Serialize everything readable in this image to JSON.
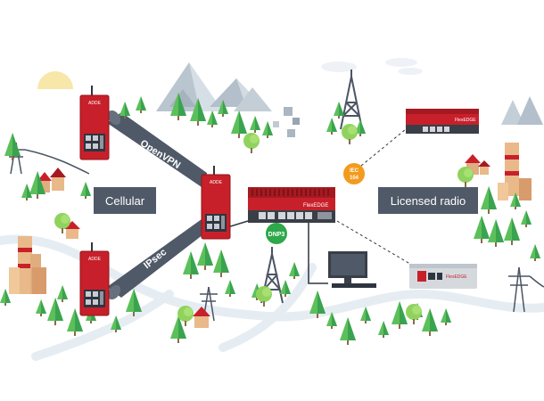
{
  "labels": {
    "cellular": "Cellular",
    "licensed_radio": "Licensed radio",
    "openvpn": "OpenVPN",
    "ipsec": "IPsec",
    "iec104_line1": "IEC",
    "iec104_line2": "104",
    "dnp3": "DNP3"
  },
  "devices": {
    "router_left_top_brand": "ADDE",
    "router_left_bottom_brand": "ADDE",
    "router_center_brand": "ADDE",
    "gateway_main_brand": "FlexEDGE",
    "gateway_radio_brand": "FlexEDGE",
    "edge_box_brand": "FlexEDGE"
  },
  "colors": {
    "device_red": "#c8202a",
    "device_dark": "#3a3f47",
    "tunnel": "#4f5967",
    "label_box": "#4f5967",
    "badge_orange": "#f29b1e",
    "badge_green": "#2ea84a",
    "tree_green": "#5cc05a",
    "tree_dark": "#2d8f44",
    "mountain": "#b3bfca",
    "road": "#e6edf2",
    "sun": "#f7e7a8",
    "tower": "#4b5563"
  },
  "icons": [
    "sun-icon",
    "mountain-icon",
    "tree-icon",
    "radio-tower-icon",
    "chimney-icon",
    "house-icon",
    "power-pylon-icon",
    "desktop-computer-icon",
    "router-icon",
    "gateway-icon"
  ]
}
